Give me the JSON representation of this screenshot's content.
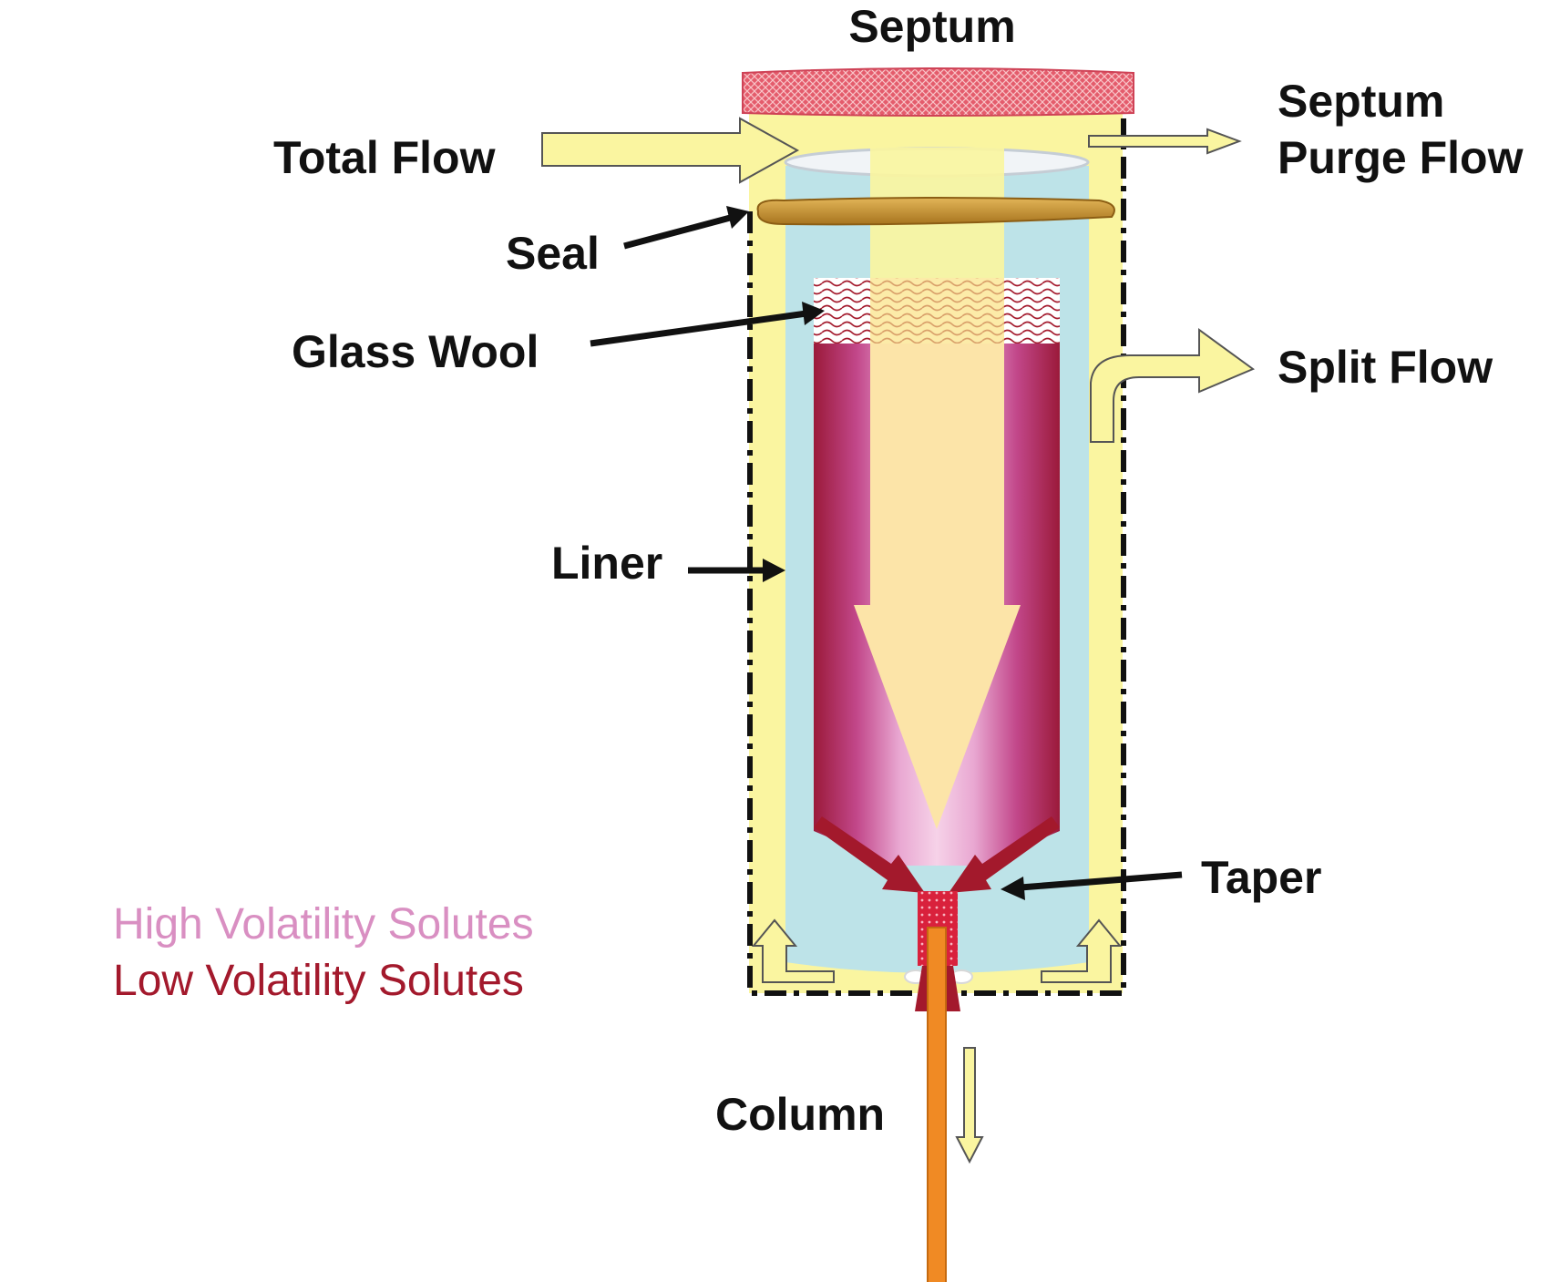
{
  "labels": {
    "septum": "Septum",
    "septum_purge_line1": "Septum",
    "septum_purge_line2": "Purge Flow",
    "total_flow": "Total Flow",
    "seal": "Seal",
    "glass_wool": "Glass Wool",
    "split_flow": "Split Flow",
    "liner": "Liner",
    "taper": "Taper",
    "column": "Column"
  },
  "legend": {
    "high_volatility": "High Volatility Solutes",
    "low_volatility": "Low Volatility Solutes"
  },
  "colors": {
    "high_volatility": "#D98FC2",
    "low_volatility": "#A3192C",
    "flow_yellow": "#FAF5A0",
    "liner_blue": "#BDE3E8",
    "septum_red": "#E35A6A",
    "seal_brown": "#C8922C",
    "column_orange": "#F08A24"
  }
}
